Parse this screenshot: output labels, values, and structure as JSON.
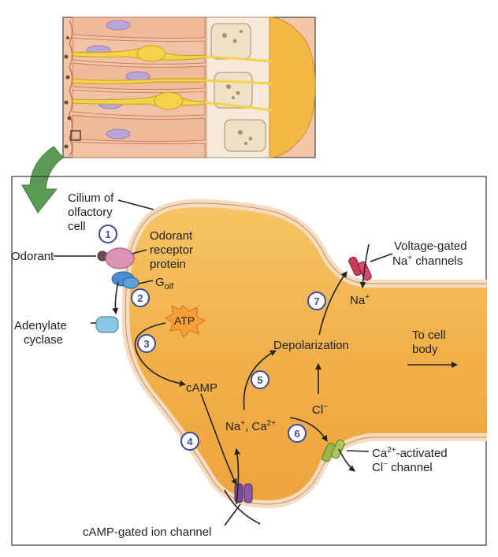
{
  "inset": {
    "description_none": ""
  },
  "labels": {
    "cilium_line1": "Cilium of",
    "cilium_line2": "olfactory",
    "cilium_line3": "cell",
    "odorant": "Odorant",
    "receptor_line1": "Odorant",
    "receptor_line2": "receptor",
    "receptor_line3": "protein",
    "golf_main": "G",
    "golf_sub": "olf",
    "adenylate_line1": "Adenylate",
    "adenylate_line2": "cyclase",
    "atp": "ATP",
    "camp": "cAMP",
    "camp_channel": "cAMP-gated ion channel",
    "na_ca_na": "Na",
    "na_ca_plus": "+",
    "na_ca_comma": ", Ca",
    "na_ca_2plus": "2+",
    "depolarization": "Depolarization",
    "cl_main": "Cl",
    "cl_minus": "−",
    "na_main": "Na",
    "na_plus": "+",
    "vg_line1": "Voltage-gated",
    "vg_line2_na": "Na",
    "vg_line2_plus": "+",
    "vg_line2_rest": " channels",
    "to_cell_line1": "To cell",
    "to_cell_line2": "body",
    "ca_act_ca": "Ca",
    "ca_act_2plus": "2+",
    "ca_act_rest": "-activated",
    "ca_act_cl": "Cl",
    "ca_act_minus": "−",
    "ca_act_channel": " channel"
  },
  "steps": [
    "1",
    "2",
    "3",
    "4",
    "5",
    "6",
    "7"
  ],
  "colors": {
    "cell_fill": "#f2b54a",
    "membrane": "#f5dcc0",
    "step_circle": "#3b4aa0",
    "arrow_green": "#5a9a55",
    "receptor": "#d98fb0",
    "golf": "#4a8fd0",
    "adenylate": "#7ab8d8",
    "atp_star": "#f7a03a",
    "camp_channel": "#7a4a9a",
    "na_channel": "#c83a5a",
    "cl_channel": "#9ab84a"
  }
}
